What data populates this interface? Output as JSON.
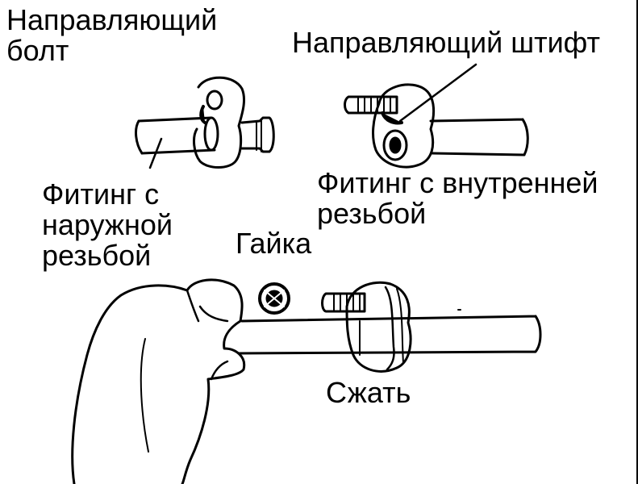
{
  "labels": {
    "guide_bolt": [
      "Направляющий",
      "болт"
    ],
    "guide_pin": "Направляющий штифт",
    "male_fitting": [
      "Фитинг с",
      "наружной",
      "резьбой"
    ],
    "female_fitting": [
      "Фитинг с внутренней",
      "резьбой"
    ],
    "nut": "Гайка",
    "compress": "Сжать"
  },
  "colors": {
    "ink": "#000000",
    "paper": "#ffffff"
  }
}
